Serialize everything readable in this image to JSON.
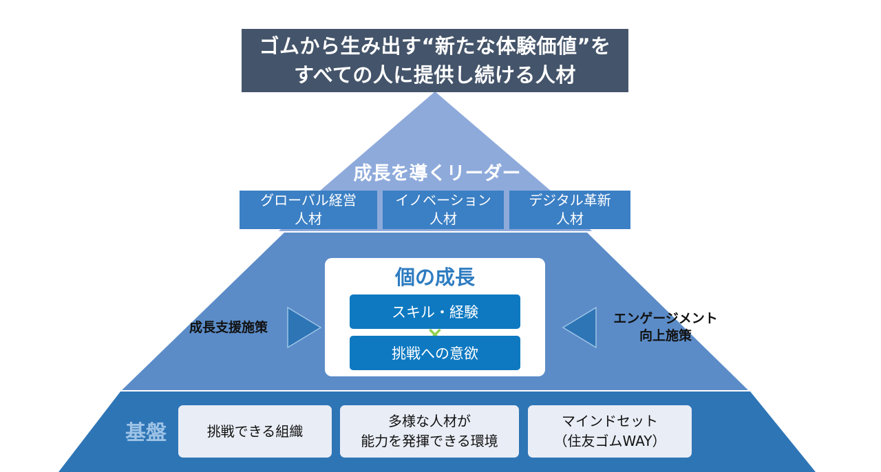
{
  "title": {
    "line1": "ゴムから生み出す“新たな体験価値”を",
    "line2": "すべての人に提供し続ける人材"
  },
  "leader": {
    "title": "成長を導くリーダー",
    "boxes": [
      {
        "line1": "グローバル経営",
        "line2": "人材"
      },
      {
        "line1": "イノベーション",
        "line2": "人材"
      },
      {
        "line1": "デジタル革新",
        "line2": "人材"
      }
    ]
  },
  "individual_growth": {
    "title": "個の成長",
    "skill": "スキル・経験",
    "cross": "×",
    "challenge": "挑戦への意欲"
  },
  "left_measure": {
    "label": "成長支援施策"
  },
  "right_measure": {
    "line1": "エンゲージメント",
    "line2": "向上施策"
  },
  "foundation": {
    "title": "基盤",
    "items": [
      {
        "line1": "挑戦できる組織",
        "line2": ""
      },
      {
        "line1": "多様な人材が",
        "line2": "能力を発揮できる環境"
      },
      {
        "line1": "マインドセット",
        "line2": "（住友ゴムWAY）"
      }
    ]
  },
  "colors": {
    "title_bg": "#44546a",
    "top_layer": "#8eaadb",
    "middle_layer": "#5b8cc8",
    "base_layer": "#2e75b6",
    "accent": "#0e79c1",
    "cross": "#92d050"
  }
}
